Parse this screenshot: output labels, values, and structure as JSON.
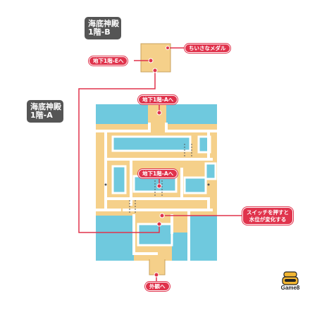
{
  "areas": {
    "floor_b": {
      "line1": "海底神殿",
      "line2": "1階-B"
    },
    "floor_a": {
      "line1": "海底神殿",
      "line2": "1階-A"
    }
  },
  "labels": {
    "small_medal": "ちいさなメダル",
    "to_b1_e": "地下1階-Eへ",
    "to_b1_a_top": "地下1階-Aへ",
    "to_b1_a_mid": "地下1階-Aへ",
    "switch_line1": "スイッチを押すと",
    "switch_line2": "水位が変化する",
    "to_outside": "外観へ"
  },
  "logo": {
    "text": "Game8"
  },
  "colors": {
    "floor": "#f5d08a",
    "wall": "#ffffff",
    "water": "#6fc9de",
    "route": "#e0334c",
    "tag": "#555555"
  }
}
